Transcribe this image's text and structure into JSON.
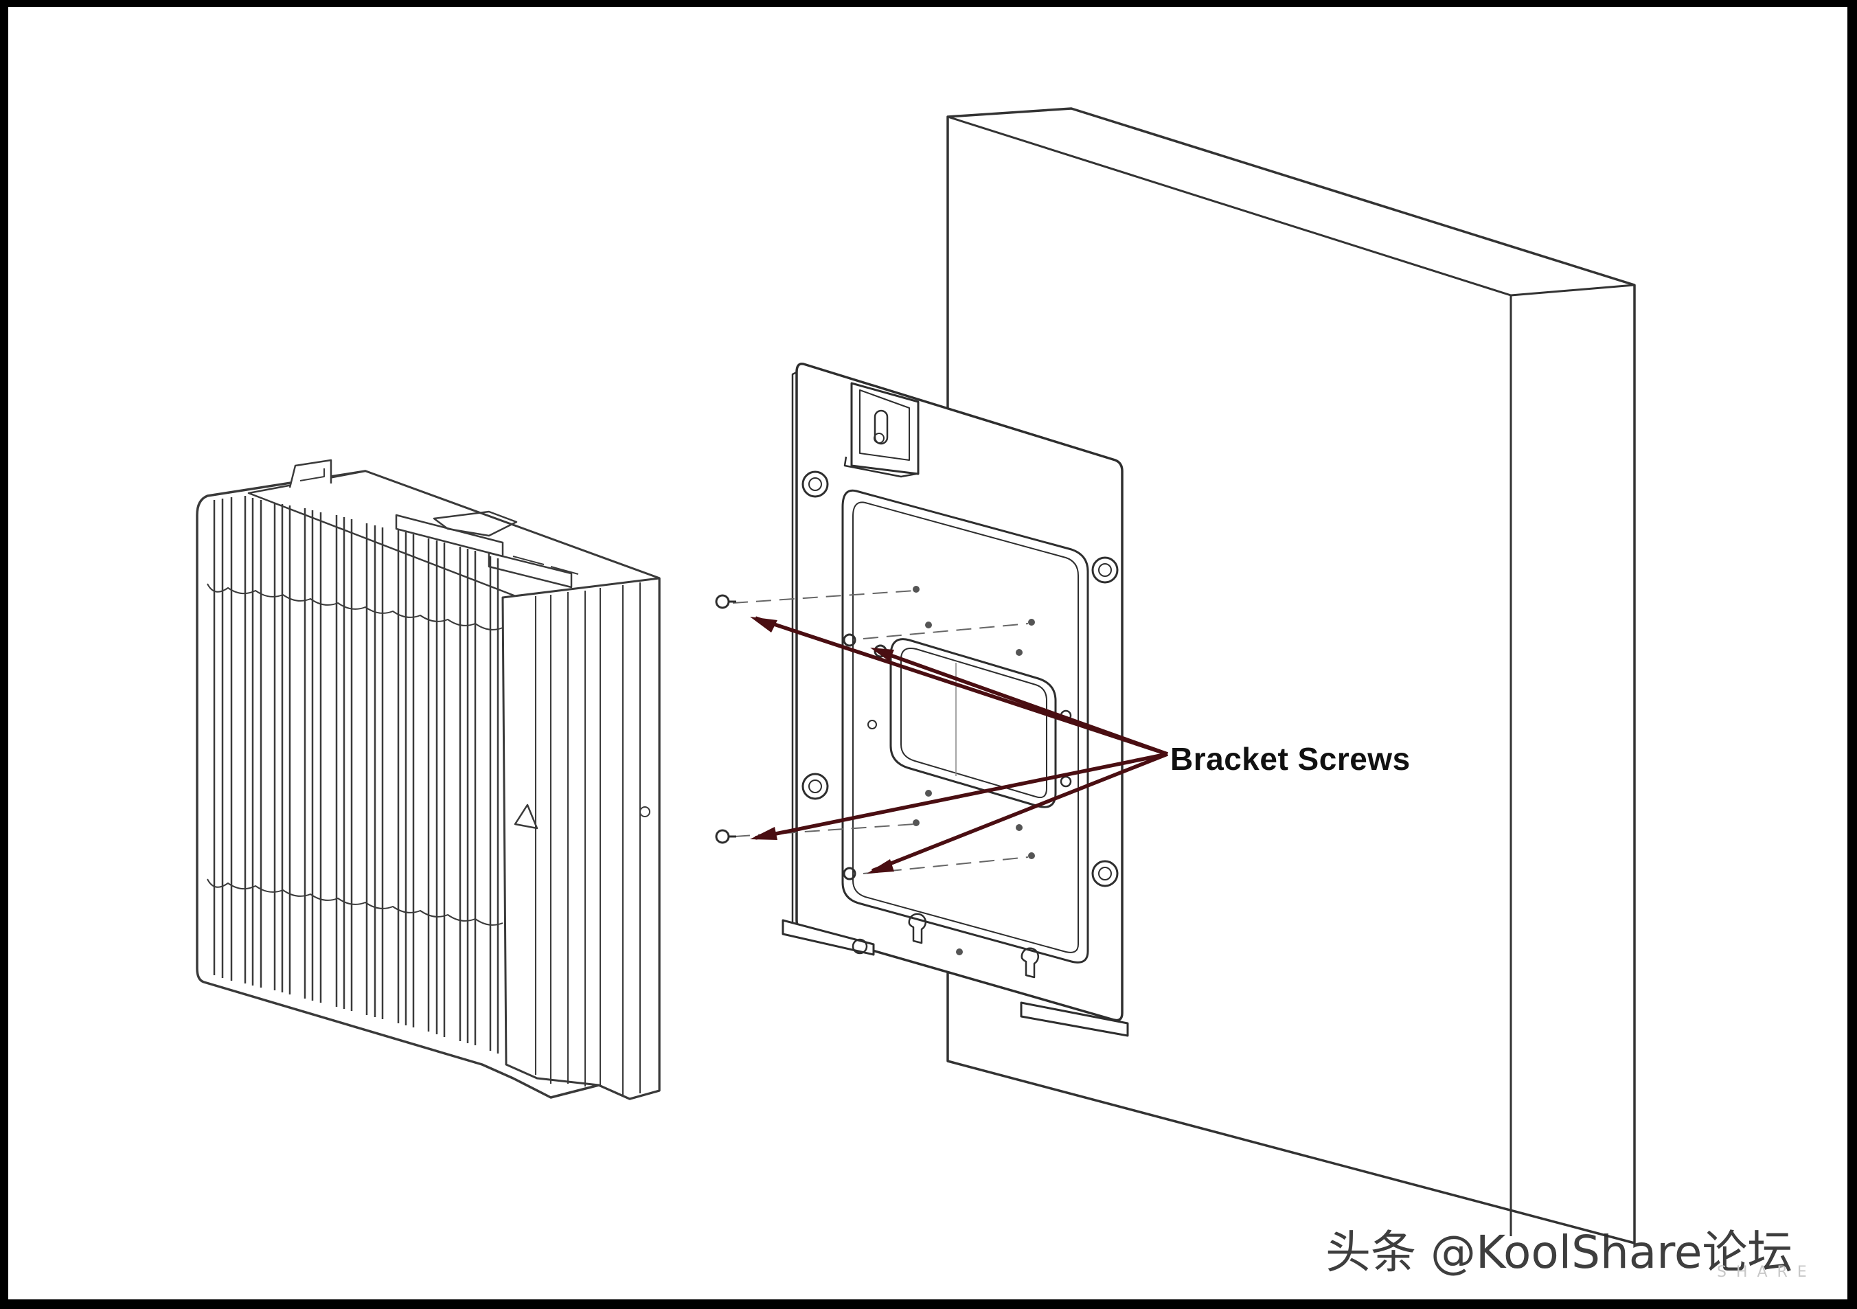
{
  "figure": {
    "callout_label": "Bracket Screws",
    "watermark_text": "头条 @KoolShare论坛",
    "watermark_logo_text": "SHARE",
    "colors": {
      "background": "#ffffff",
      "border": "#000000",
      "line_art": "#3a3a3a",
      "callout_arrow": "#4a0e12",
      "label": "#111111"
    },
    "parts": [
      "mini-pc",
      "mounting-bracket",
      "wall",
      "bracket-screws"
    ]
  }
}
